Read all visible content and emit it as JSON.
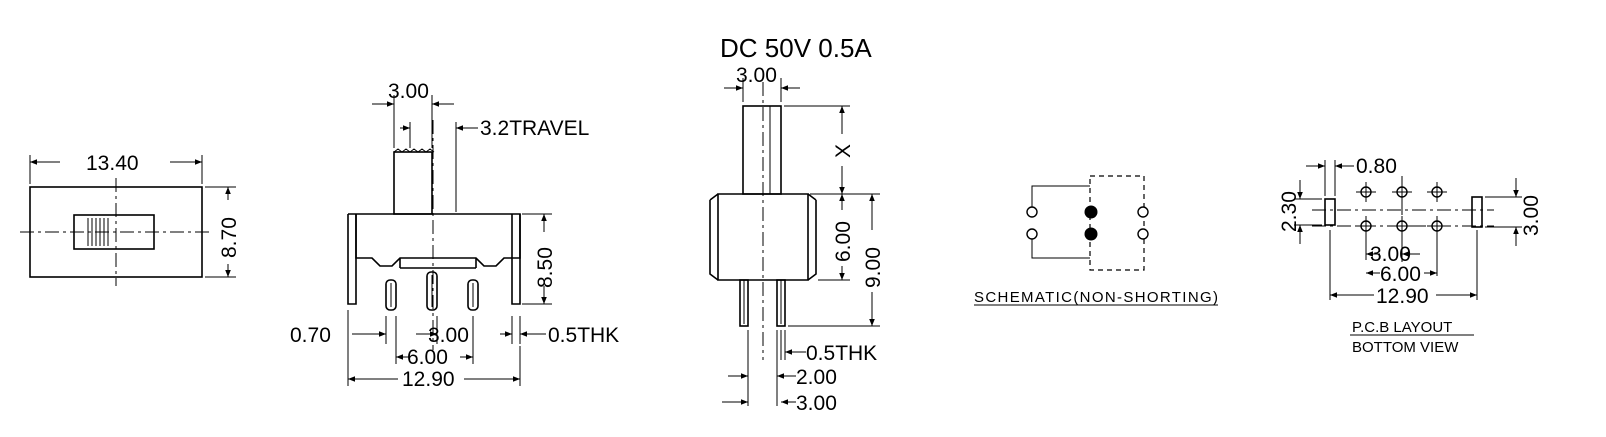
{
  "header": {
    "rating": "DC  50V  0.5A"
  },
  "top_view": {
    "width": "13.40",
    "height": "8.70"
  },
  "front_view": {
    "actuator_width": "3.00",
    "travel": "3.2TRAVEL",
    "body_height": "8.50",
    "pin_width": "0.70",
    "pin_pitch": "3.00",
    "pin_span": "6.00",
    "overall_width": "12.90",
    "thickness": "0.5THK"
  },
  "side_view": {
    "actuator_width": "3.00",
    "actuator_height": "X",
    "body_height": "6.00",
    "total_height": "9.00",
    "thickness": "0.5THK",
    "pin_offset": "2.00",
    "pin_spacing": "3.00"
  },
  "schematic": {
    "caption": "SCHEMATIC(NON-SHORTING)"
  },
  "pcb": {
    "hole_dia": "0.80",
    "row_pitch": "2.30",
    "tab_height": "3.00",
    "pitch": "3.00",
    "span": "6.00",
    "overall": "12.90",
    "caption_1": "P.C.B LAYOUT",
    "caption_2": "BOTTOM VIEW"
  }
}
